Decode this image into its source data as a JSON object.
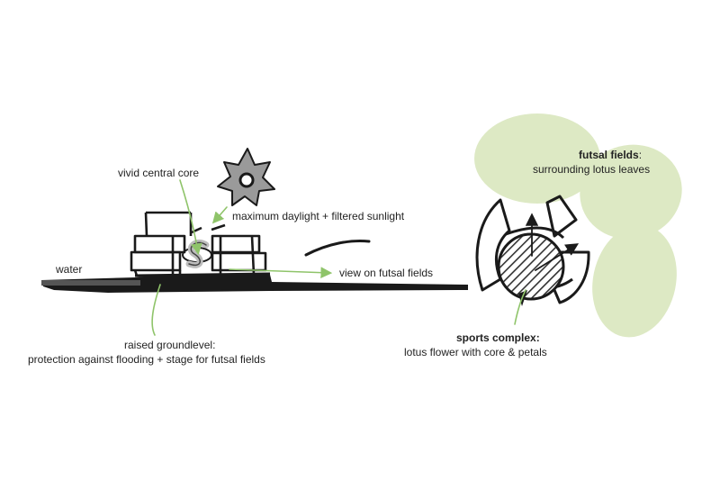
{
  "colors": {
    "ink": "#1a1a1a",
    "accent_green": "#8fc46a",
    "leaf_fill": "#dde9c4",
    "core_fill": "#9a9a9a"
  },
  "left_sketch": {
    "label_core": "vivid central core",
    "label_daylight": "maximum daylight + filtered sunlight",
    "label_water": "water",
    "label_view": "view on futsal fields",
    "label_ground_line1": "raised groundlevel:",
    "label_ground_line2": "protection against flooding + stage for futsal fields"
  },
  "right_sketch": {
    "fields_title": "futsal fields",
    "fields_colon": ":",
    "fields_desc": "surrounding lotus leaves",
    "complex_title": "sports complex:",
    "complex_desc": "lotus flower with core & petals"
  }
}
